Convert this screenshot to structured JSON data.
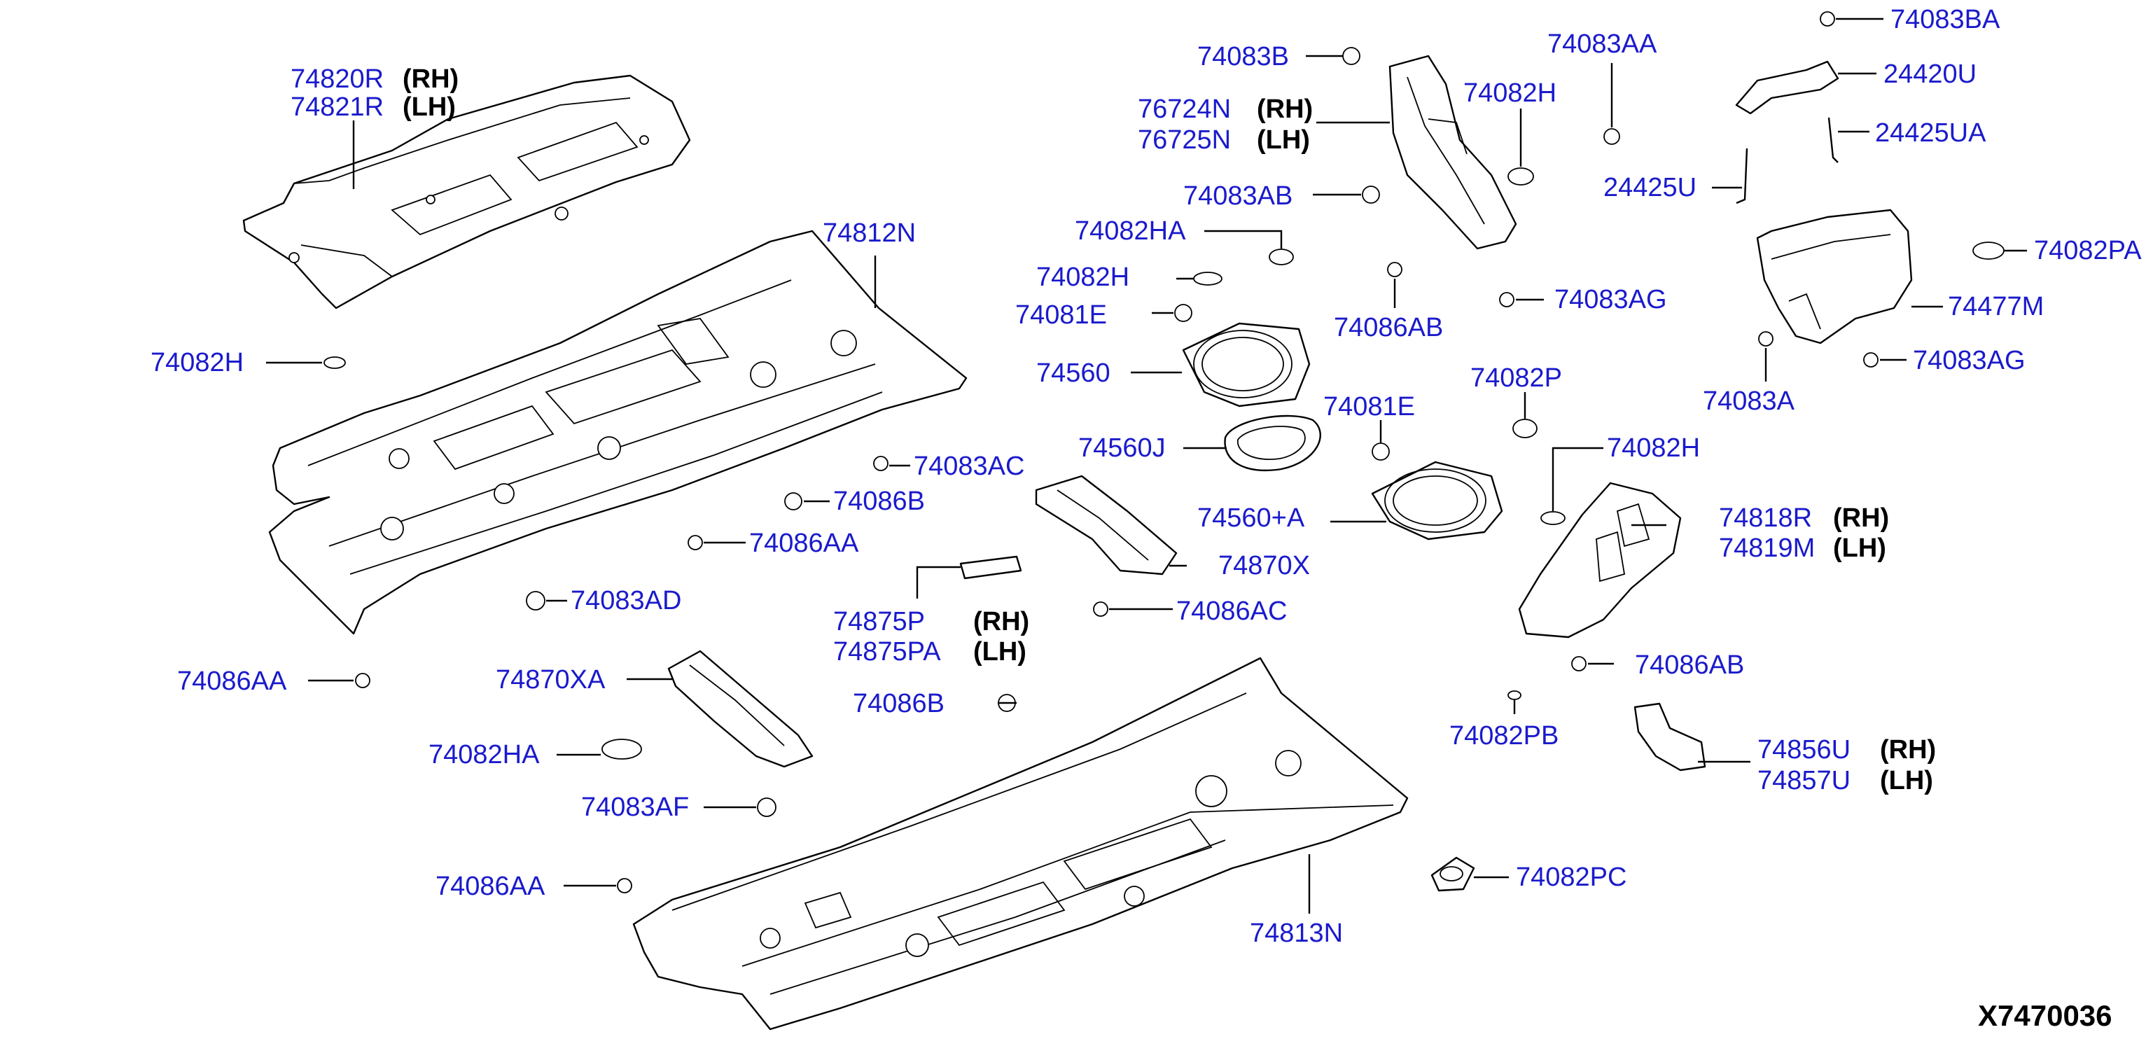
{
  "diagram": {
    "code": "X7470036",
    "labels": [
      {
        "id": "p74820R",
        "lines": [
          {
            "text": "74820R",
            "side": "(RH)"
          },
          {
            "text": "74821R",
            "side": "(LH)"
          }
        ]
      },
      {
        "id": "p74812N",
        "lines": [
          {
            "text": "74812N"
          }
        ]
      },
      {
        "id": "p74082H_a",
        "lines": [
          {
            "text": "74082H"
          }
        ]
      },
      {
        "id": "p74083AC",
        "lines": [
          {
            "text": "74083AC"
          }
        ]
      },
      {
        "id": "p74086B_a",
        "lines": [
          {
            "text": "74086B"
          }
        ]
      },
      {
        "id": "p74086AA_a",
        "lines": [
          {
            "text": "74086AA"
          }
        ]
      },
      {
        "id": "p74083AD",
        "lines": [
          {
            "text": "74083AD"
          }
        ]
      },
      {
        "id": "p74086AA_b",
        "lines": [
          {
            "text": "74086AA"
          }
        ]
      },
      {
        "id": "p74870XA",
        "lines": [
          {
            "text": "74870XA"
          }
        ]
      },
      {
        "id": "p74082HA_b",
        "lines": [
          {
            "text": "74082HA"
          }
        ]
      },
      {
        "id": "p74083AF",
        "lines": [
          {
            "text": "74083AF"
          }
        ]
      },
      {
        "id": "p74086AA_c",
        "lines": [
          {
            "text": "74086AA"
          }
        ]
      },
      {
        "id": "p74083B",
        "lines": [
          {
            "text": "74083B"
          }
        ]
      },
      {
        "id": "p76724N",
        "lines": [
          {
            "text": "76724N",
            "side": "(RH)"
          },
          {
            "text": "76725N",
            "side": "(LH)"
          }
        ]
      },
      {
        "id": "p74083AB",
        "lines": [
          {
            "text": "74083AB"
          }
        ]
      },
      {
        "id": "p74082HA_a",
        "lines": [
          {
            "text": "74082HA"
          }
        ]
      },
      {
        "id": "p74082H_b",
        "lines": [
          {
            "text": "74082H"
          }
        ]
      },
      {
        "id": "p74081E_a",
        "lines": [
          {
            "text": "74081E"
          }
        ]
      },
      {
        "id": "p74560",
        "lines": [
          {
            "text": "74560"
          }
        ]
      },
      {
        "id": "p74560J",
        "lines": [
          {
            "text": "74560J"
          }
        ]
      },
      {
        "id": "p74870X",
        "lines": [
          {
            "text": "74870X"
          }
        ]
      },
      {
        "id": "p74875P",
        "lines": [
          {
            "text": "74875P",
            "side": "(RH)"
          },
          {
            "text": "74875PA",
            "side": "(LH)"
          }
        ]
      },
      {
        "id": "p74086AC",
        "lines": [
          {
            "text": "74086AC"
          }
        ]
      },
      {
        "id": "p74086B_b",
        "lines": [
          {
            "text": "74086B"
          }
        ]
      },
      {
        "id": "p74083AA",
        "lines": [
          {
            "text": "74083AA"
          }
        ]
      },
      {
        "id": "p74082H_c",
        "lines": [
          {
            "text": "74082H"
          }
        ]
      },
      {
        "id": "p74086AB_a",
        "lines": [
          {
            "text": "74086AB"
          }
        ]
      },
      {
        "id": "p74083AG_a",
        "lines": [
          {
            "text": "74083AG"
          }
        ]
      },
      {
        "id": "p74082P",
        "lines": [
          {
            "text": "74082P"
          }
        ]
      },
      {
        "id": "p74081E_b",
        "lines": [
          {
            "text": "74081E"
          }
        ]
      },
      {
        "id": "p74560A",
        "lines": [
          {
            "text": "74560+A"
          }
        ]
      },
      {
        "id": "p74082H_d",
        "lines": [
          {
            "text": "74082H"
          }
        ]
      },
      {
        "id": "p74818R",
        "lines": [
          {
            "text": "74818R",
            "side": "(RH)"
          },
          {
            "text": "74819M",
            "side": "(LH)"
          }
        ]
      },
      {
        "id": "p74086AB_b",
        "lines": [
          {
            "text": "74086AB"
          }
        ]
      },
      {
        "id": "p74082PB",
        "lines": [
          {
            "text": "74082PB"
          }
        ]
      },
      {
        "id": "p74856U",
        "lines": [
          {
            "text": "74856U",
            "side": "(RH)"
          },
          {
            "text": "74857U",
            "side": "(LH)"
          }
        ]
      },
      {
        "id": "p74082PC",
        "lines": [
          {
            "text": "74082PC"
          }
        ]
      },
      {
        "id": "p74813N",
        "lines": [
          {
            "text": "74813N"
          }
        ]
      },
      {
        "id": "p74083BA",
        "lines": [
          {
            "text": "74083BA"
          }
        ]
      },
      {
        "id": "p24420U",
        "lines": [
          {
            "text": "24420U"
          }
        ]
      },
      {
        "id": "p24425UA",
        "lines": [
          {
            "text": "24425UA"
          }
        ]
      },
      {
        "id": "p24425U",
        "lines": [
          {
            "text": "24425U"
          }
        ]
      },
      {
        "id": "p74082PA",
        "lines": [
          {
            "text": "74082PA"
          }
        ]
      },
      {
        "id": "p74477M",
        "lines": [
          {
            "text": "74477M"
          }
        ]
      },
      {
        "id": "p74083AG_b",
        "lines": [
          {
            "text": "74083AG"
          }
        ]
      },
      {
        "id": "p74083A",
        "lines": [
          {
            "text": "74083A"
          }
        ]
      }
    ]
  }
}
